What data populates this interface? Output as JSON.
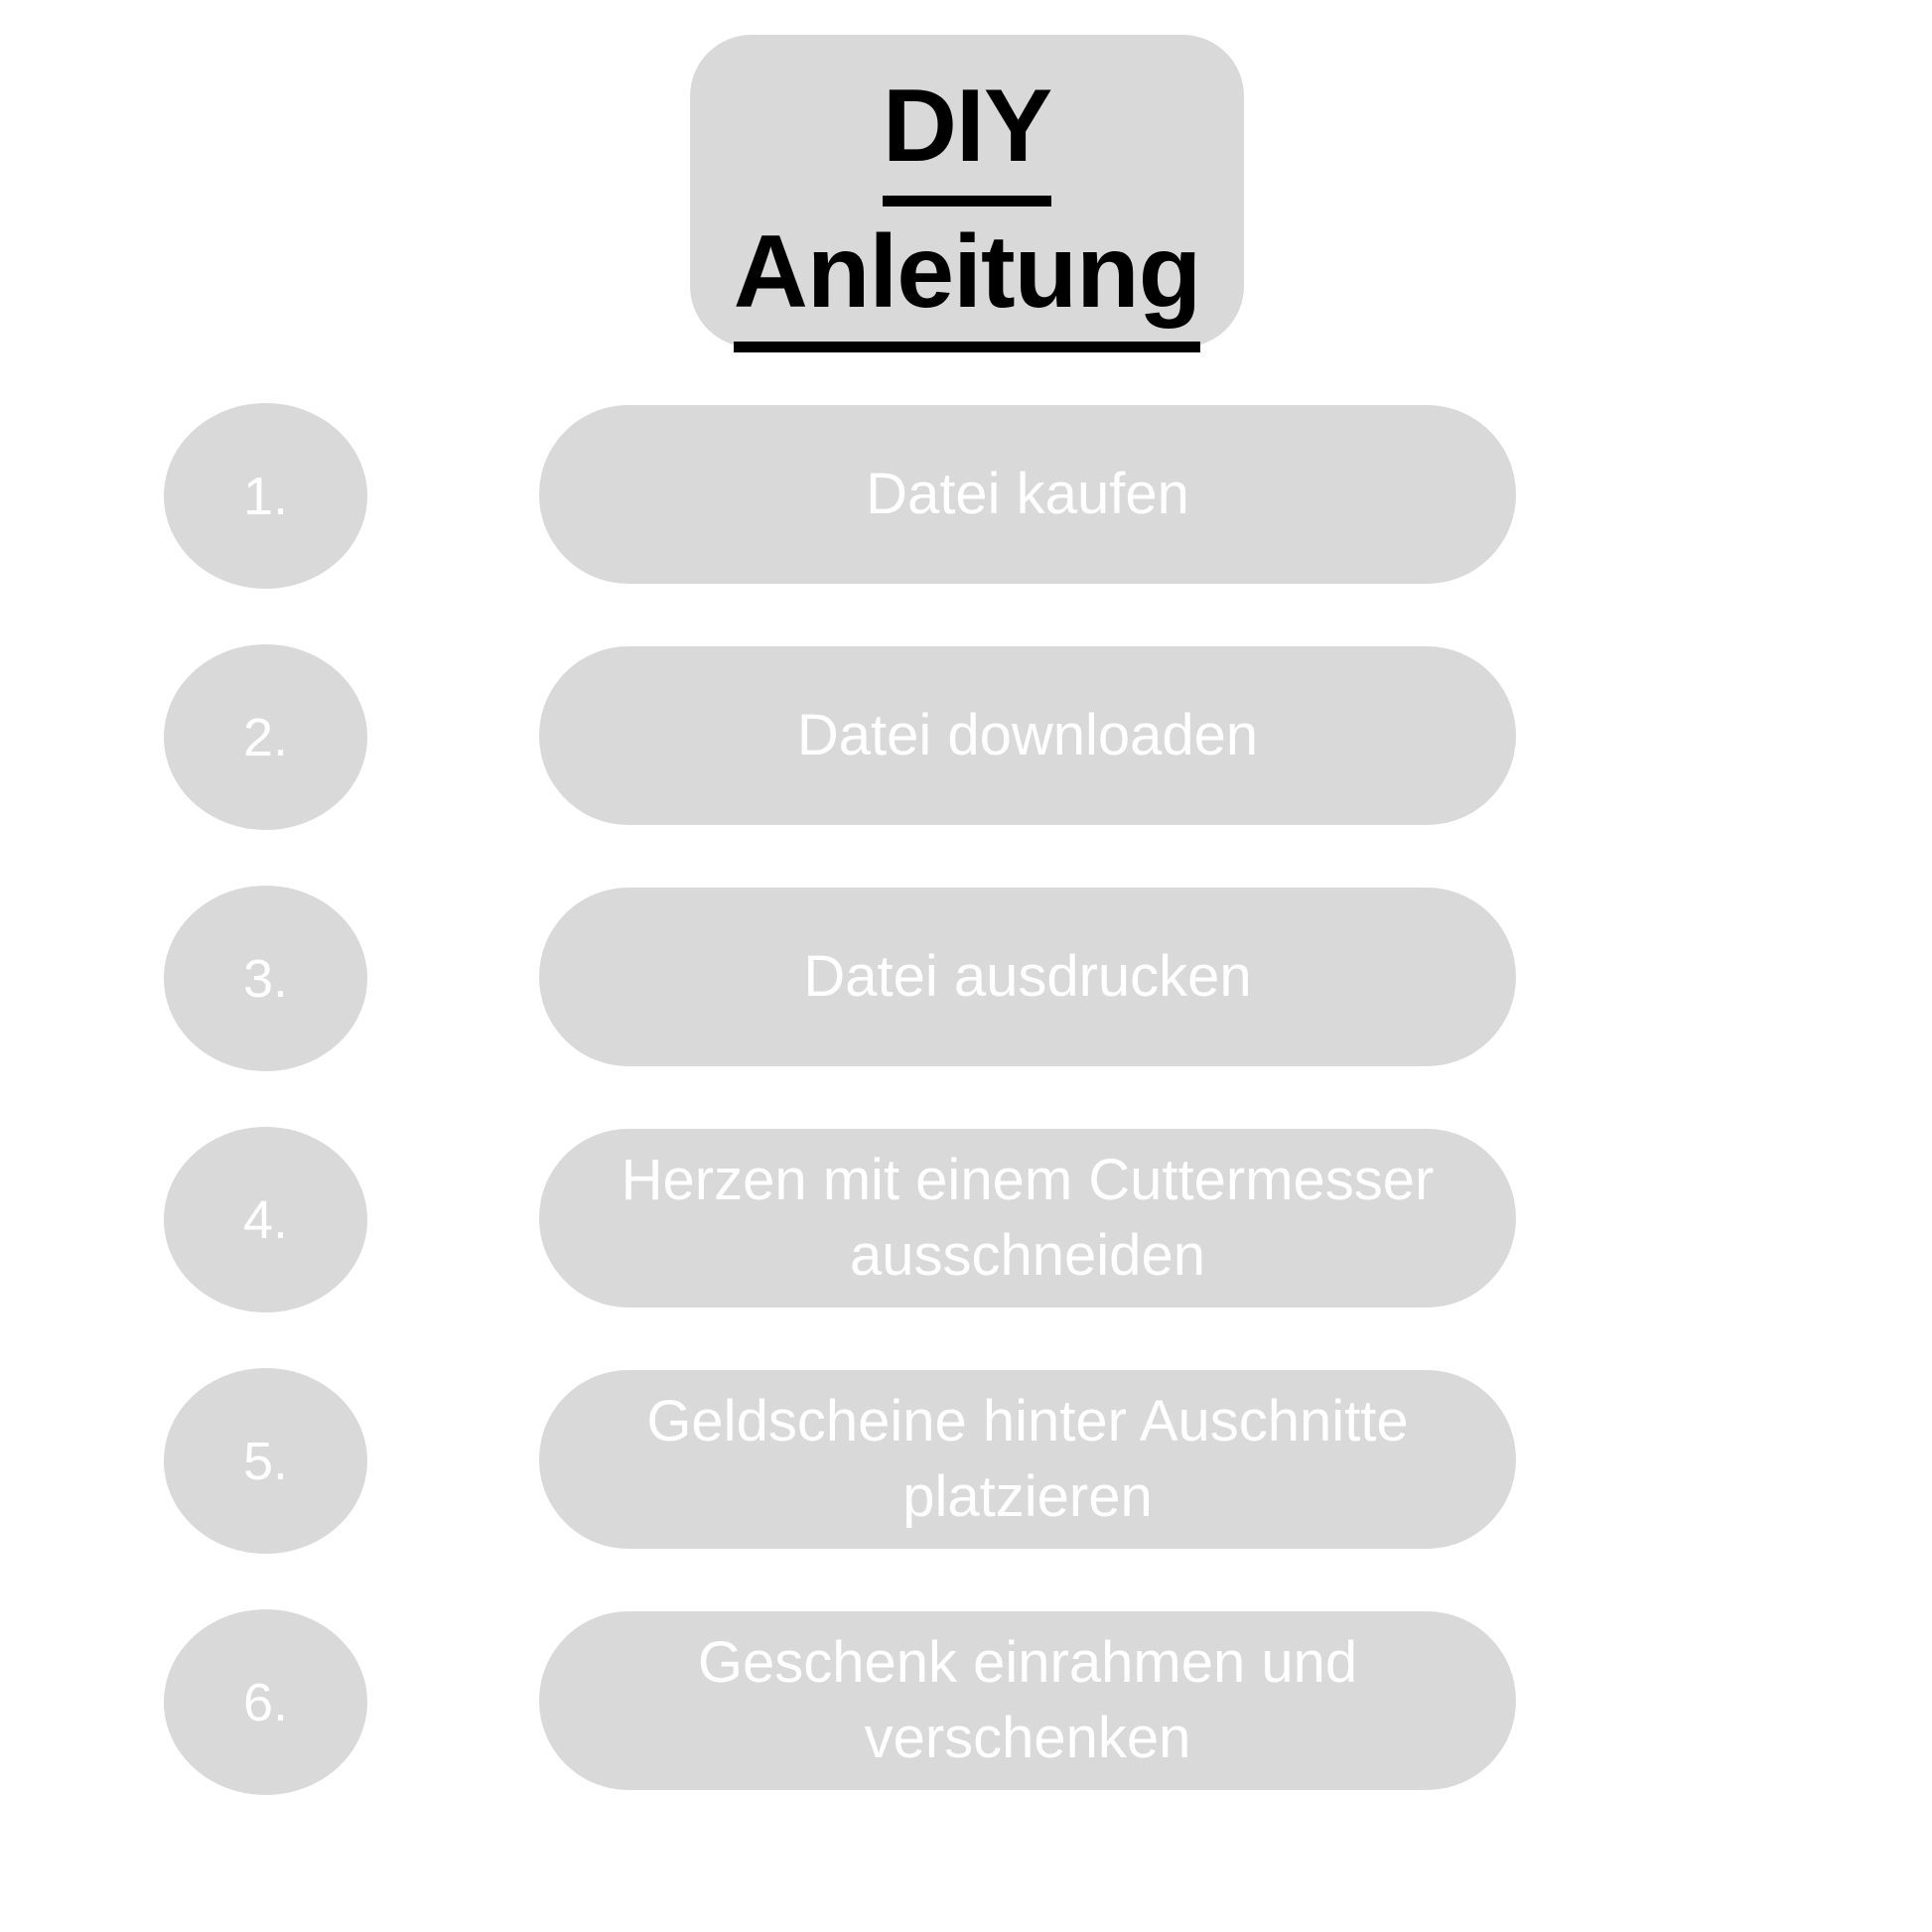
{
  "document": {
    "background_color": "#ffffff",
    "accent_gray": "#d9d9d9",
    "text_on_gray": "#ffffff",
    "title_text_color": "#000000"
  },
  "title": {
    "line1": "DIY",
    "line2": "Anleitung",
    "full": "DIY Anleitung"
  },
  "steps": [
    {
      "number": "1.",
      "label": "Datei kaufen"
    },
    {
      "number": "2.",
      "label": "Datei downloaden"
    },
    {
      "number": "3.",
      "label": "Datei ausdrucken"
    },
    {
      "number": "4.",
      "label": "Herzen mit einem Cuttermesser ausschneiden"
    },
    {
      "number": "5.",
      "label": "Geldscheine hinter Auschnitte platzieren"
    },
    {
      "number": "6.",
      "label": "Geschenk einrahmen und verschenken"
    }
  ]
}
